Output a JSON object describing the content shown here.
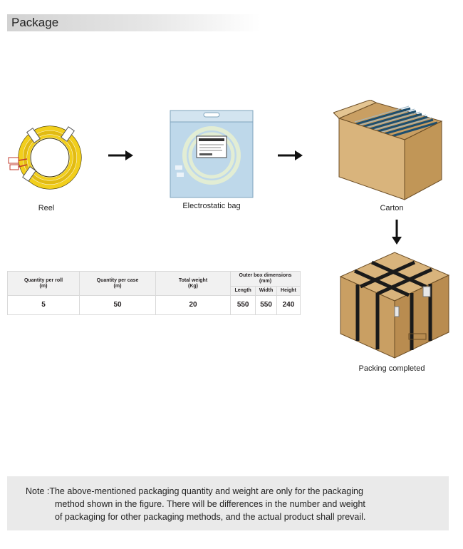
{
  "section_title": "Package",
  "steps": {
    "reel": "Reel",
    "bag": "Electrostatic bag",
    "carton": "Carton",
    "completed": "Packing completed"
  },
  "table": {
    "headers": {
      "qty_roll": "Quantity per roll",
      "qty_roll_unit": "(m)",
      "qty_case": "Quantity per case",
      "qty_case_unit": "(m)",
      "weight": "Total weight",
      "weight_unit": "(Kg)",
      "dims": "Outer box dimensions",
      "dims_unit": "(mm)",
      "length": "Length",
      "width": "Width",
      "height": "Height"
    },
    "values": {
      "qty_roll": "5",
      "qty_case": "50",
      "weight": "20",
      "length": "550",
      "width": "550",
      "height": "240"
    }
  },
  "note": {
    "line1": "Note :The above-mentioned packaging quantity and weight are only for the packaging",
    "line2": "method shown in the figure. There will be differences in the number and weight",
    "line3": "of packaging for other packaging methods, and the actual product shall prevail."
  }
}
